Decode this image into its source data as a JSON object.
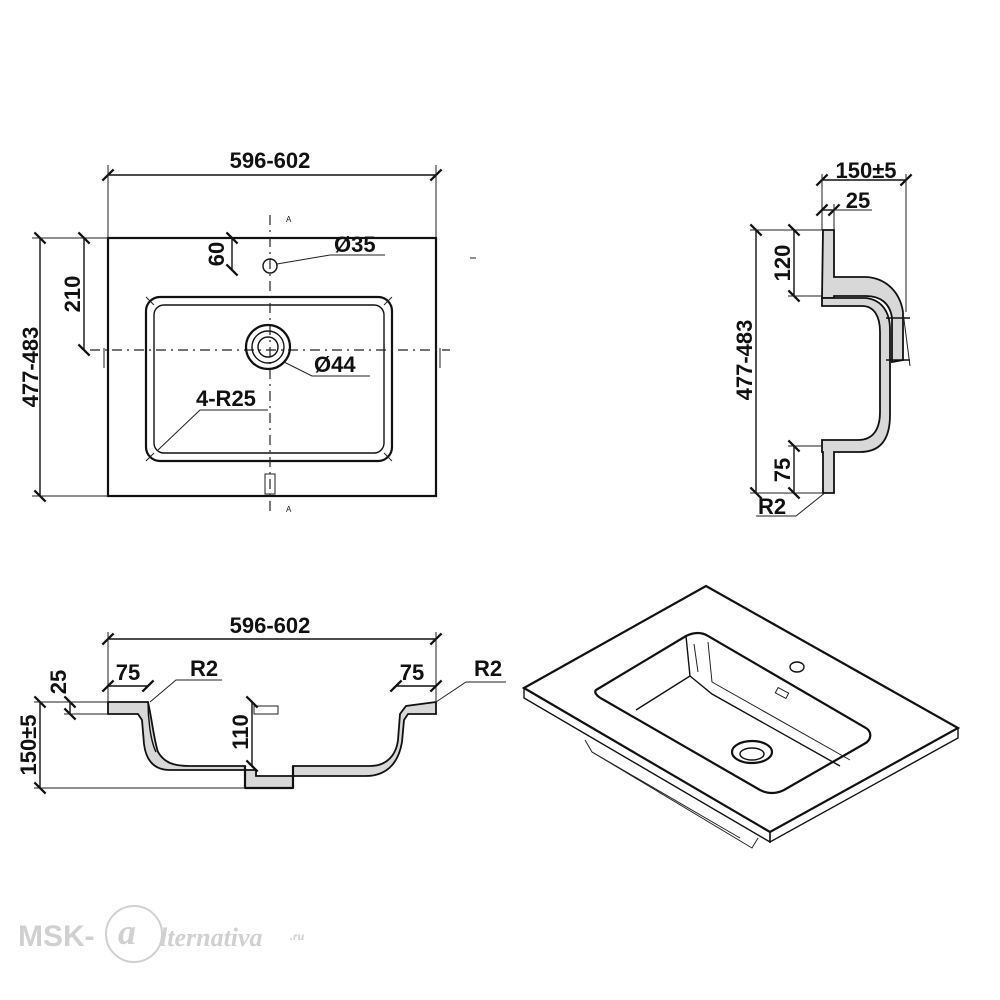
{
  "top_view": {
    "width_label": "596-602",
    "depth_label": "477-483",
    "hole_offset_label": "210",
    "tap_offset_label": "60",
    "tap_hole_label": "Ø35",
    "drain_label": "Ø44",
    "corner_radius_label": "4-R25"
  },
  "side_view": {
    "height_label": "150±5",
    "rim_label": "25",
    "top_gap_label": "120",
    "depth_label": "477-483",
    "bottom_gap_label": "75",
    "radius_label": "R2"
  },
  "front_view": {
    "width_label": "596-602",
    "rim_label": "25",
    "height_label": "150±5",
    "left_margin_label": "75",
    "right_margin_label": "75",
    "left_radius_label": "R2",
    "right_radius_label": "R2",
    "bowl_depth_label": "110"
  },
  "watermark": {
    "prefix": "MSK-",
    "letter": "a",
    "suffix": "lternativa",
    "domain": ".ru"
  }
}
